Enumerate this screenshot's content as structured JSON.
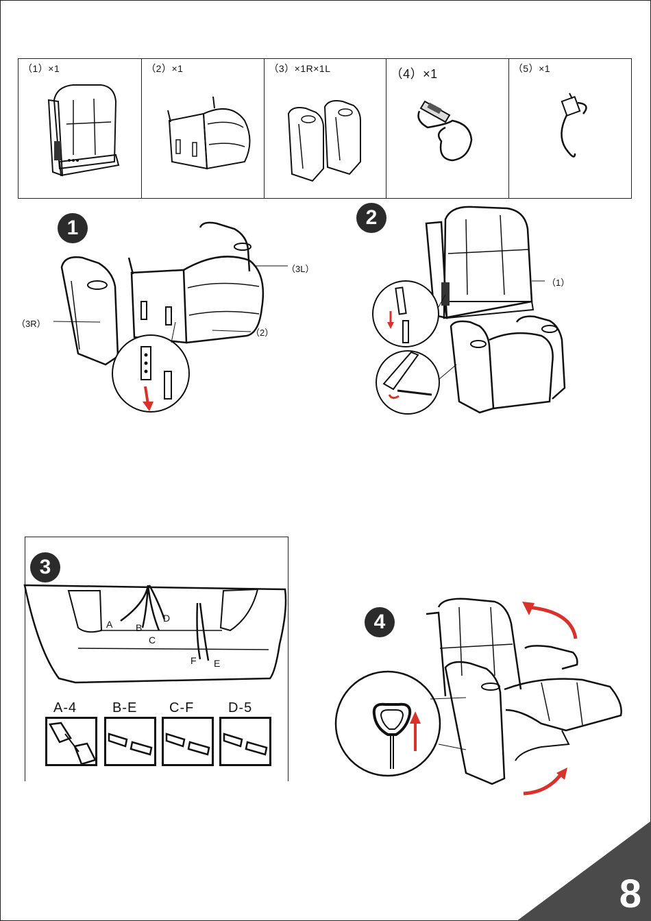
{
  "parts": [
    {
      "label": "（1）×1",
      "icon": "backrest-icon"
    },
    {
      "label": "（2）×1",
      "icon": "seat-base-icon"
    },
    {
      "label": "（3）×1R×1L",
      "icon": "armrests-icon"
    },
    {
      "label": "（4）×1",
      "icon": "remote-control-icon"
    },
    {
      "label": "（5）×1",
      "icon": "power-adapter-icon"
    }
  ],
  "steps": {
    "step1": {
      "number": "1",
      "callouts": {
        "left_arm": "（3L）",
        "right_arm": "（3R）",
        "seat": "（2）"
      }
    },
    "step2": {
      "number": "2",
      "callouts": {
        "backrest": "（1）"
      }
    },
    "step3": {
      "number": "3",
      "cable_letters": [
        "A",
        "B",
        "C",
        "D",
        "F",
        "E"
      ],
      "connections": [
        "A-4",
        "B-E",
        "C-F",
        "D-5"
      ]
    },
    "step4": {
      "number": "4"
    }
  },
  "page_number": "8",
  "colors": {
    "arrow_red": "#d9322b",
    "badge": "#2b2b2b",
    "corner": "#4a4a4a"
  }
}
